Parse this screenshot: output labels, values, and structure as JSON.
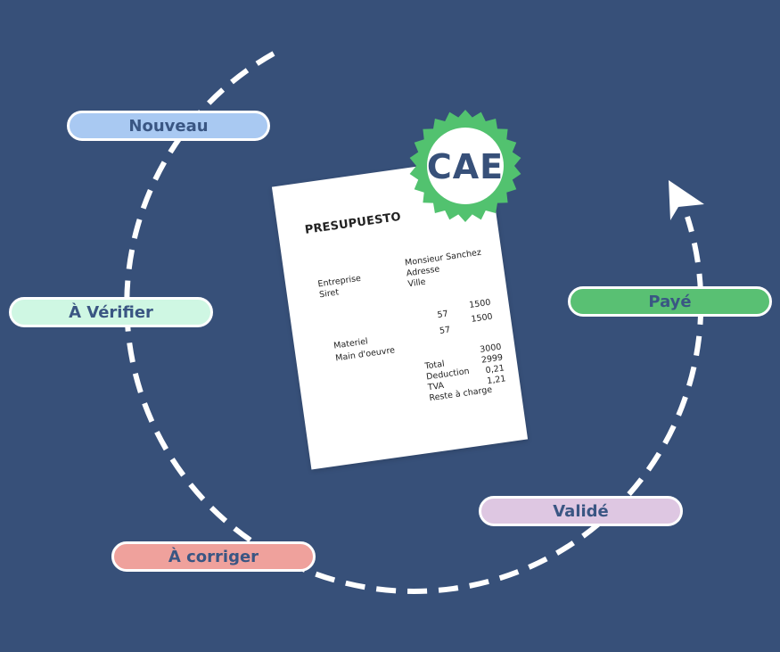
{
  "statuses": [
    {
      "key": "nouveau",
      "label": "Nouveau",
      "color": "#a9c9f2"
    },
    {
      "key": "verifier",
      "label": "À Vérifier",
      "color": "#cff7e3"
    },
    {
      "key": "corriger",
      "label": "À corriger",
      "color": "#efa19c"
    },
    {
      "key": "valide",
      "label": "Validé",
      "color": "#dec7e2"
    },
    {
      "key": "paye",
      "label": "Payé",
      "color": "#59c073"
    }
  ],
  "colors": {
    "background": "#375079",
    "cycle_line": "#ffffff",
    "label_text": "#3a5683",
    "badge_green": "#52c26f",
    "badge_text": "#375079"
  },
  "document": {
    "title": "PRESUPUESTO",
    "badge": "CAE",
    "client": {
      "fields": [
        "Entreprise",
        "Siret"
      ],
      "recipient": [
        "Monsieur Sanchez",
        "Adresse",
        "Ville"
      ]
    },
    "lines": [
      {
        "label": "Materiel",
        "qty": "57",
        "price": "1500"
      },
      {
        "label": "Main d'oeuvre",
        "qty": "57",
        "price": "1500"
      }
    ],
    "totals": [
      {
        "label": "Total",
        "value": "3000"
      },
      {
        "label": "Deduction",
        "value": "2999"
      },
      {
        "label": "TVA",
        "value": "0,21"
      },
      {
        "label": "Reste à charge",
        "value": "1,21"
      }
    ]
  }
}
